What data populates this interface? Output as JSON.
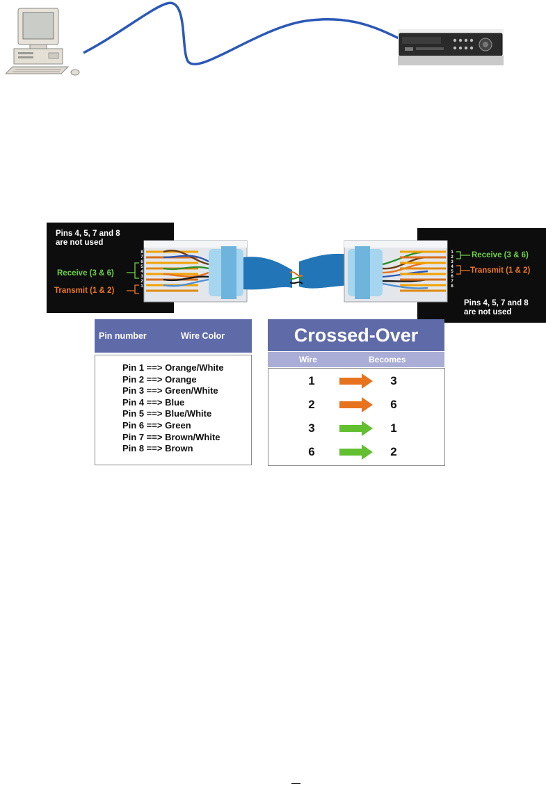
{
  "diagram": {
    "left_panel": {
      "unused_note_line1": "Pins 4, 5, 7 and 8",
      "unused_note_line2": "are not used",
      "receive_label": "Receive (3 & 6)",
      "transmit_label": "Transmit (1 & 2)"
    },
    "right_panel": {
      "receive_label": "Receive (3 & 6)",
      "transmit_label": "Transmit (1 & 2)",
      "unused_note_line1": "Pins 4, 5, 7 and 8",
      "unused_note_line2": "are not used"
    },
    "pin_table": {
      "header_pin": "Pin number",
      "header_color": "Wire Color",
      "rows": [
        "Pin 1 ==> Orange/White",
        "Pin 2 ==> Orange",
        "Pin 3 ==> Green/White",
        "Pin 4 ==> Blue",
        "Pin 5 ==> Blue/White",
        "Pin 6 ==> Green",
        "Pin 7 ==> Brown/White",
        "Pin 8 ==> Brown"
      ]
    },
    "crossover": {
      "title": "Crossed-Over",
      "col_wire": "Wire",
      "col_becomes": "Becomes",
      "mappings": [
        {
          "wire": "1",
          "becomes": "3",
          "arrow_color": "#e8731e"
        },
        {
          "wire": "2",
          "becomes": "6",
          "arrow_color": "#e8731e"
        },
        {
          "wire": "3",
          "becomes": "1",
          "arrow_color": "#62bf30"
        },
        {
          "wire": "6",
          "becomes": "2",
          "arrow_color": "#62bf30"
        }
      ]
    },
    "colors": {
      "cable": "#2b58b8",
      "header_blue": "#5f6aa8",
      "sub_header": "#aaaed6",
      "receive_green": "#6fd14a",
      "transmit_orange": "#f07a22"
    },
    "icons": [
      "desktop-computer-icon",
      "dvr-recorder-icon"
    ]
  }
}
